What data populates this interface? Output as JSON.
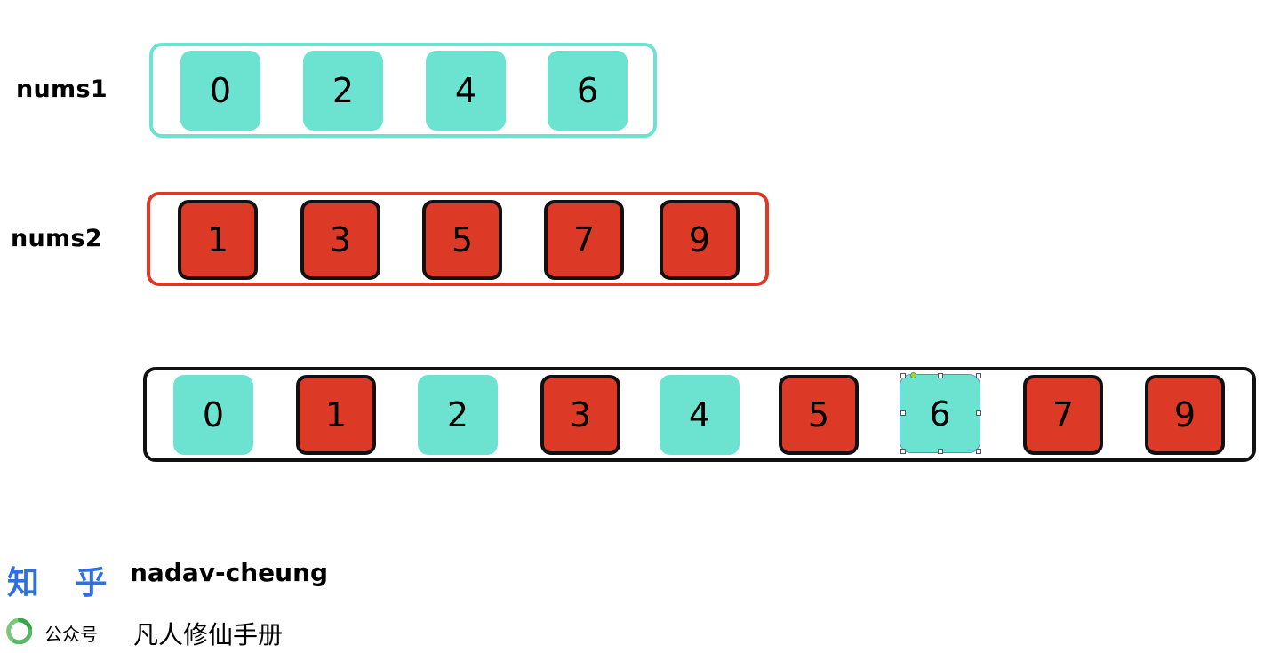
{
  "colors": {
    "teal": "#6ce3d1",
    "red": "#dc3a26",
    "teal_border": "#6ce3d1",
    "red_border": "#dc3a26",
    "black_border": "#111111",
    "zhihu_blue": "#2f6fe0"
  },
  "rows": {
    "nums1": {
      "label": "nums1",
      "cells": [
        "0",
        "2",
        "4",
        "6"
      ]
    },
    "nums2": {
      "label": "nums2",
      "cells": [
        "1",
        "3",
        "5",
        "7",
        "9"
      ]
    },
    "merged": {
      "cells": [
        {
          "v": "0",
          "c": "teal"
        },
        {
          "v": "1",
          "c": "red"
        },
        {
          "v": "2",
          "c": "teal"
        },
        {
          "v": "3",
          "c": "red"
        },
        {
          "v": "4",
          "c": "teal"
        },
        {
          "v": "5",
          "c": "red"
        },
        {
          "v": "6",
          "c": "teal",
          "selected": true
        },
        {
          "v": "7",
          "c": "red"
        },
        {
          "v": "9",
          "c": "red"
        }
      ]
    }
  },
  "footer": {
    "zhihu_logo": "知 乎",
    "zhihu_handle": "nadav-cheung",
    "wechat_icon": "wechat-public-icon",
    "wechat_label": "公众号",
    "wechat_name": "凡人修仙手册"
  }
}
